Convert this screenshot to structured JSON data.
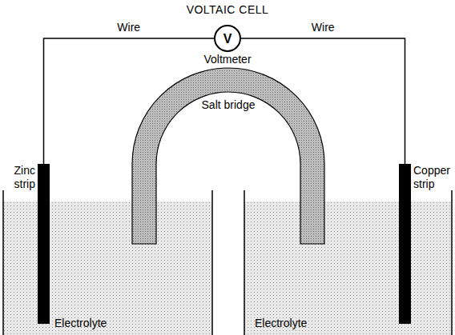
{
  "diagram": {
    "title": "VOLTAIC CELL",
    "nodes": [
      {
        "text": [
          "V",
          "Voltmeter"
        ]
      },
      {
        "text": [
          "Zinc strip"
        ]
      },
      {
        "text": [
          "Copper strip"
        ]
      }
    ],
    "edges": [
      {
        "from": 1,
        "to": 0,
        "arrow": "none",
        "label": "Wire"
      },
      {
        "from": 0,
        "to": 2,
        "arrow": "none",
        "label": "Wire"
      }
    ],
    "labels": [
      "Salt bridge",
      "Electrolyte",
      "Electrolyte"
    ]
  }
}
